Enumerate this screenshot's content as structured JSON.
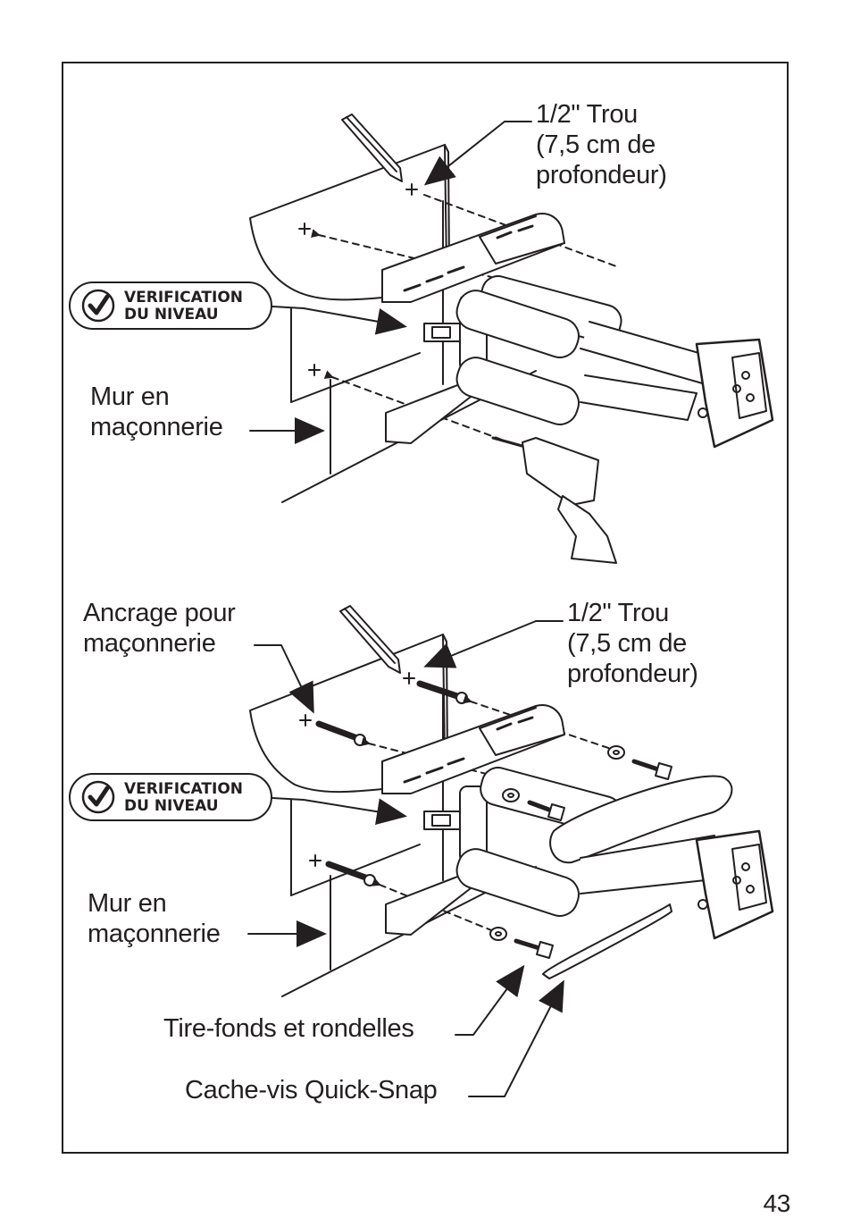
{
  "diagram_top": {
    "hole_label": "1/2\" Trou\n(7,5 cm de\nprofondeur)",
    "level_check": "VERIFICATION\nDU NIVEAU",
    "wall_label": "Mur en\nmaçonnerie"
  },
  "diagram_bottom": {
    "anchor_label": "Ancrage pour\nmaçonnerie",
    "hole_label": "1/2\" Trou\n(7,5 cm de\nprofondeur)",
    "level_check": "VERIFICATION\nDU NIVEAU",
    "wall_label": "Mur en\nmaçonnerie",
    "lag_label": "Tire-fonds et rondelles",
    "cover_label": "Cache-vis Quick-Snap"
  },
  "page_number": "43",
  "colors": {
    "ink": "#231f20",
    "paper": "#ffffff"
  },
  "icons": [
    "pencil-icon",
    "drill-icon",
    "check-icon",
    "level-icon",
    "lag-bolt-icon",
    "washer-icon",
    "anchor-icon"
  ]
}
